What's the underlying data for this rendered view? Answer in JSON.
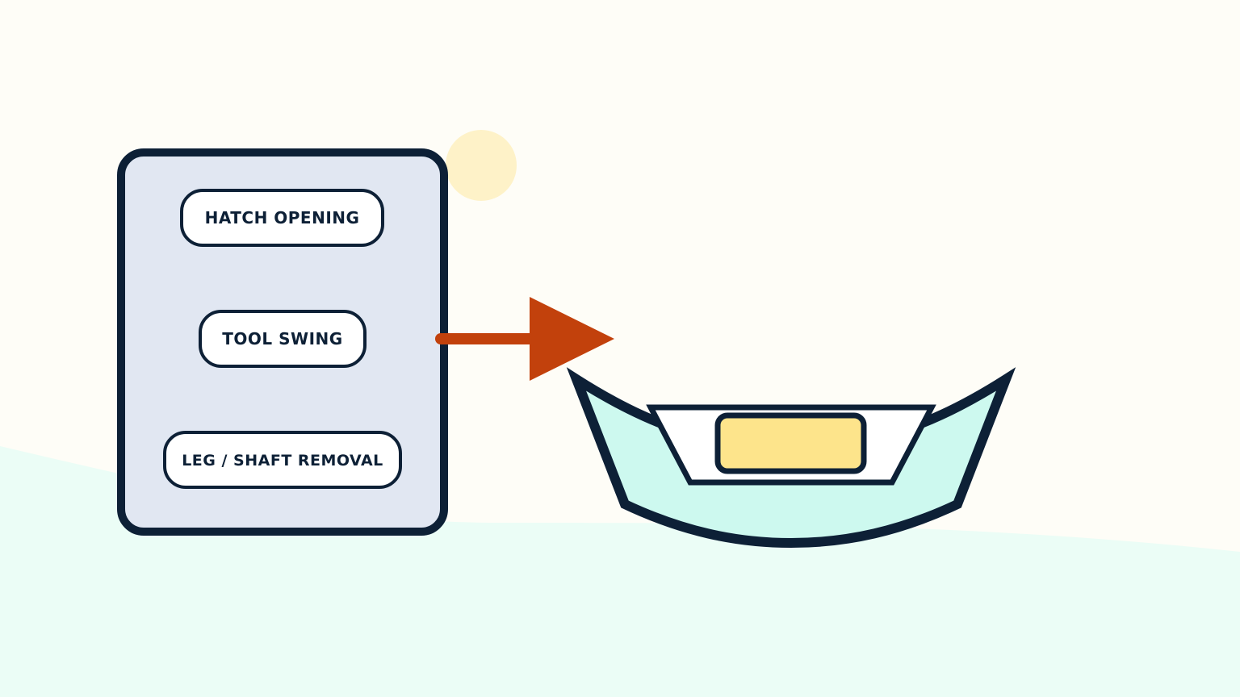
{
  "diagram": {
    "checklist_items": [
      {
        "label": "HATCH OPENING"
      },
      {
        "label": "TOOL SWING"
      },
      {
        "label": "LEG / SHAFT REMOVAL"
      }
    ],
    "colors": {
      "background": "#fefdf7",
      "ground": "#ebfdf6",
      "outline": "#0d2036",
      "panel_fill": "#e1e7f2",
      "pill_fill": "#ffffff",
      "sun": "#fef2c8",
      "arrow": "#c2410c",
      "boat_hull": "#cdf9ef",
      "cockpit": "#ffffff",
      "hatch": "#fde48b"
    },
    "icons": [
      "sun-icon",
      "arrow-right-icon",
      "boat-icon",
      "hatch-icon"
    ]
  }
}
